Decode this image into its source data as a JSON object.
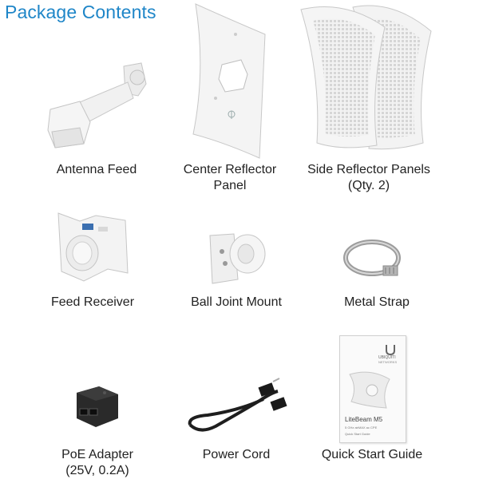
{
  "page": {
    "title": "Package Contents"
  },
  "items": [
    {
      "icon": "antenna-feed-image",
      "line1": "Antenna Feed",
      "line2": ""
    },
    {
      "icon": "center-reflector-image",
      "line1": "Center Reflector",
      "line2": "Panel"
    },
    {
      "icon": "side-reflector-panels-image",
      "line1": "Side Reflector Panels",
      "line2": "(Qty. 2)"
    },
    {
      "icon": "feed-receiver-image",
      "line1": "Feed Receiver",
      "line2": ""
    },
    {
      "icon": "ball-joint-mount-image",
      "line1": "Ball Joint Mount",
      "line2": ""
    },
    {
      "icon": "metal-strap-image",
      "line1": "Metal Strap",
      "line2": ""
    },
    {
      "icon": "poe-adapter-image",
      "line1": "PoE Adapter",
      "line2": "(25V, 0.2A)"
    },
    {
      "icon": "power-cord-image",
      "line1": "Power Cord",
      "line2": ""
    },
    {
      "icon": "quick-start-guide-image",
      "line1": "Quick Start Guide",
      "line2": ""
    }
  ],
  "guide": {
    "brand": "UBIQUITI",
    "brand_sub": "NETWORKS",
    "product": "LiteBeam M5",
    "caption_1": "5 GHz airMAX ac CPE",
    "caption_2": "Quick Start Guide"
  },
  "colors": {
    "title": "#1f86c8",
    "label": "#222222",
    "device": "#f3f3f3",
    "device_edge": "#c8c8c8"
  }
}
